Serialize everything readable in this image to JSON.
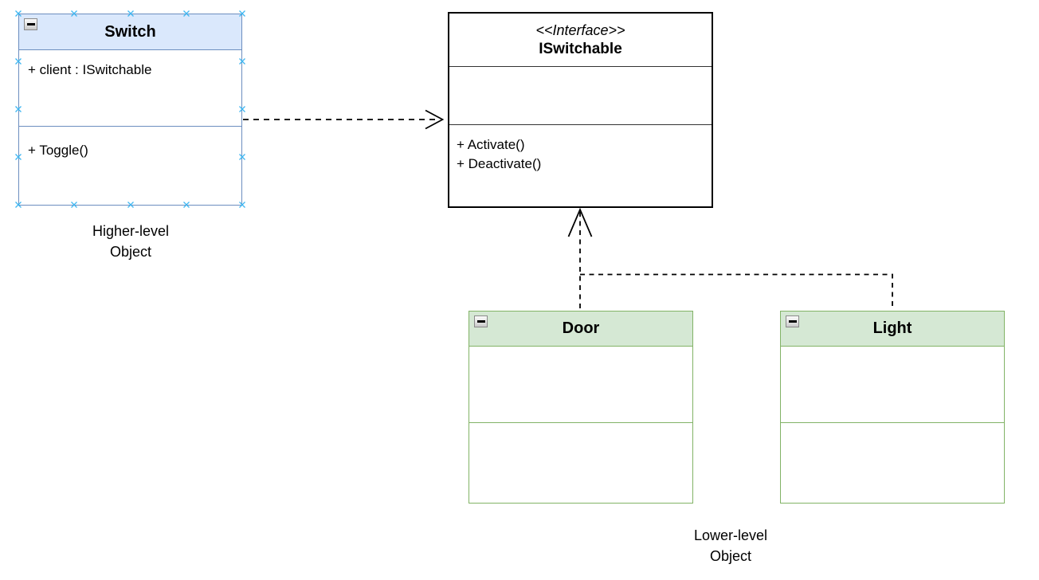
{
  "classes": {
    "switch": {
      "name": "Switch",
      "attributes": [
        "+ client : ISwitchable"
      ],
      "methods": [
        "+ Toggle()"
      ],
      "header_fill": "#dae8fc",
      "border_color": "#6c8ebf"
    },
    "iswitchable": {
      "stereotype": "<<Interface>>",
      "name": "ISwitchable",
      "attributes": [],
      "methods": [
        "+ Activate()",
        "+ Deactivate()"
      ],
      "border_color": "#000000"
    },
    "door": {
      "name": "Door",
      "attributes": [],
      "methods": [],
      "header_fill": "#d5e8d4",
      "border_color": "#82b366"
    },
    "light": {
      "name": "Light",
      "attributes": [],
      "methods": [],
      "header_fill": "#d5e8d4",
      "border_color": "#82b366"
    }
  },
  "labels": {
    "higher": [
      "Higher-level",
      "Object"
    ],
    "lower": [
      "Lower-level",
      "Object"
    ]
  },
  "edges": [
    {
      "type": "dependency",
      "from": "Switch",
      "to": "ISwitchable",
      "line": "dashed",
      "arrowhead": "open-arrow"
    },
    {
      "type": "realization",
      "from": "Door",
      "to": "ISwitchable",
      "line": "dashed",
      "arrowhead": "open-triangle"
    },
    {
      "type": "realization",
      "from": "Light",
      "to": "ISwitchable",
      "line": "dashed",
      "arrowhead": "open-triangle"
    }
  ],
  "icons": {
    "collapse": "minus",
    "connection_point": "x-cross"
  },
  "colors": {
    "edge": "#000000",
    "connection_point": "#3eb6f1",
    "blue_fill": "#dae8fc",
    "blue_stroke": "#6c8ebf",
    "green_fill": "#d5e8d4",
    "green_stroke": "#82b366"
  }
}
